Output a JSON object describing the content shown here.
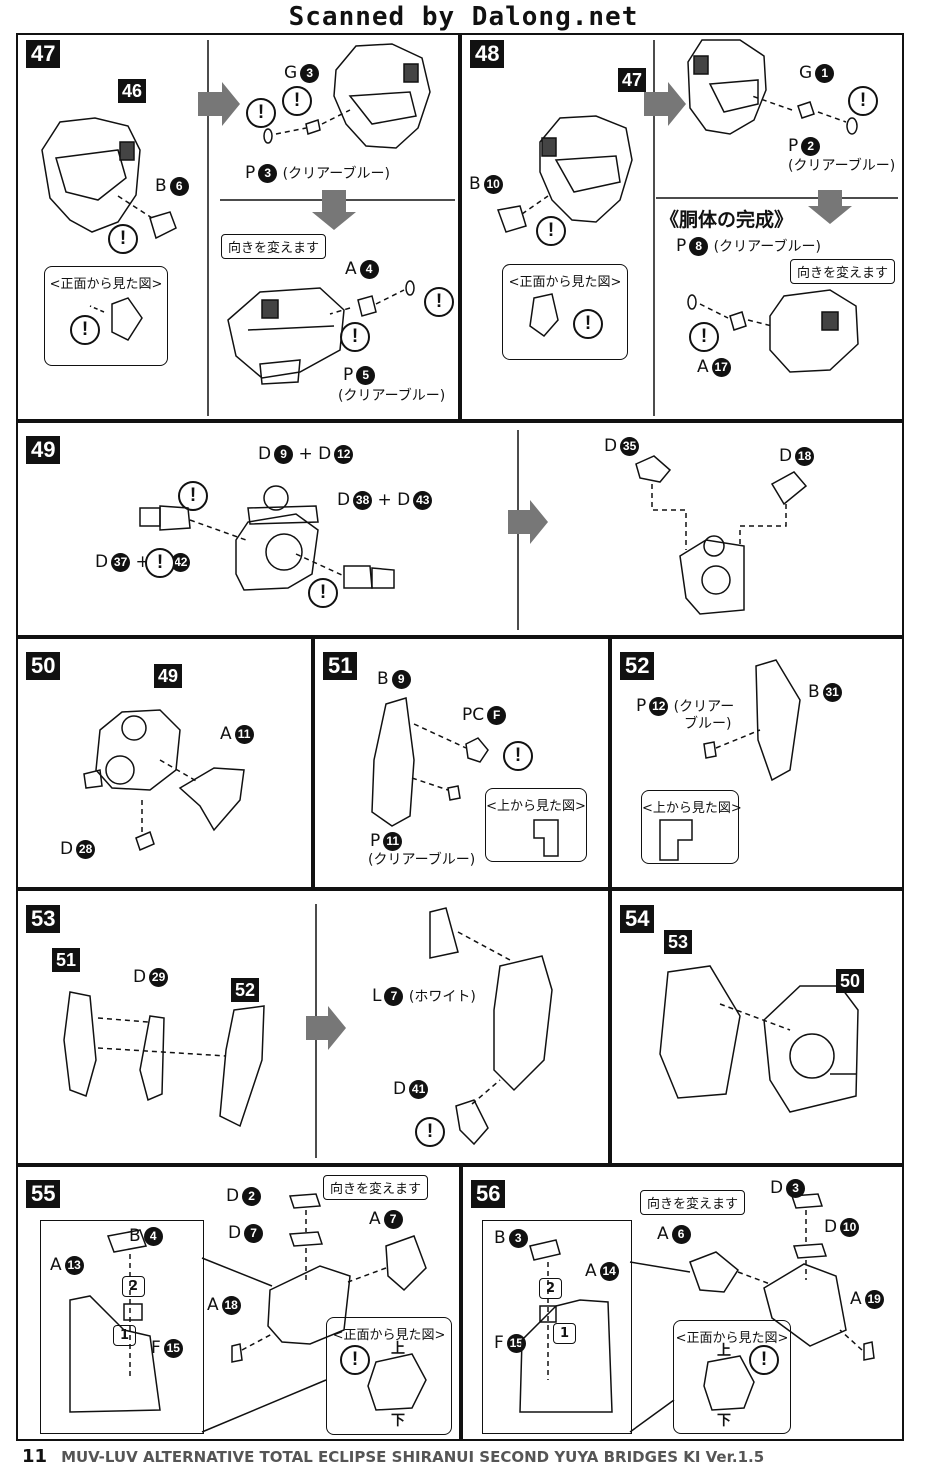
{
  "header": "Scanned by Dalong.net",
  "footer": {
    "page": "11",
    "title": "MUV-LUV ALTERNATIVE TOTAL ECLIPSE SHIRANUI SECOND YUYA BRIDGES KI Ver.1.5"
  },
  "steps": {
    "s47": {
      "num": "47",
      "ref": "46",
      "p1": "B",
      "n1": "6",
      "p2": "G",
      "n2": "3",
      "p3": "P",
      "n3": "3",
      "clear": "(クリアーブルー)",
      "p4": "A",
      "n4": "4",
      "p5": "P",
      "n5": "5",
      "clear2": "(クリアーブルー)",
      "front": "<正面から見た図>",
      "turn": "向きを変えます"
    },
    "s48": {
      "num": "48",
      "ref": "47",
      "p1": "B",
      "n1": "10",
      "p2": "G",
      "n2": "1",
      "p3": "P",
      "n3": "2",
      "clear": "(クリアーブルー)",
      "heading": "《胴体の完成》",
      "p4": "P",
      "n4": "8",
      "clear2": "(クリアーブルー)",
      "p5": "A",
      "n5": "17",
      "front": "<正面から見た図>",
      "turn": "向きを変えます"
    },
    "s49": {
      "num": "49",
      "l1": "D",
      "n1": "9",
      "l1b": "+ D",
      "n1b": "12",
      "l2": "D",
      "n2": "38",
      "l2b": "+ D",
      "n2b": "43",
      "l3": "D",
      "n3": "37",
      "l3b": "+ D",
      "n3b": "42",
      "l4": "D",
      "n4": "35",
      "l5": "D",
      "n5": "18"
    },
    "s50": {
      "num": "50",
      "ref": "49",
      "p1": "A",
      "n1": "11",
      "p2": "D",
      "n2": "28"
    },
    "s51": {
      "num": "51",
      "p1": "B",
      "n1": "9",
      "p2": "PC",
      "n2": "F",
      "p3": "P",
      "n3": "11",
      "clear": "(クリアーブルー)",
      "top": "<上から見た図>"
    },
    "s52": {
      "num": "52",
      "p1": "P",
      "n1": "12",
      "clear": "(クリアー",
      "clear2": "ブルー)",
      "p2": "B",
      "n2": "31",
      "top": "<上から見た図>"
    },
    "s53": {
      "num": "53",
      "ref1": "51",
      "ref2": "52",
      "p1": "D",
      "n1": "29",
      "p2": "L",
      "n2": "7",
      "white": "(ホワイト)",
      "p3": "D",
      "n3": "41"
    },
    "s54": {
      "num": "54",
      "ref1": "53",
      "ref2": "50"
    },
    "s55": {
      "num": "55",
      "p1": "B",
      "n1": "4",
      "p2": "A",
      "n2": "13",
      "p3": "F",
      "n3": "15",
      "p4": "D",
      "n4": "2",
      "p5": "D",
      "n5": "7",
      "p6": "A",
      "n6": "7",
      "p7": "A",
      "n7": "18",
      "turn": "向きを変えます",
      "front": "<正面から見た図>",
      "up": "上",
      "down": "下",
      "o1": "1",
      "o2": "2"
    },
    "s56": {
      "num": "56",
      "p1": "B",
      "n1": "3",
      "p2": "A",
      "n2": "14",
      "p3": "F",
      "n3": "15",
      "p4": "D",
      "n4": "3",
      "p5": "D",
      "n5": "10",
      "p6": "A",
      "n6": "6",
      "p7": "A",
      "n7": "19",
      "turn": "向きを変えます",
      "front": "<正面から見た図>",
      "up": "上",
      "down": "下",
      "o1": "1",
      "o2": "2"
    }
  },
  "icons": {
    "caution": "exclamation-circle-icon",
    "next": "gray-arrow-icon",
    "cut": "cut-mark-icon"
  },
  "colors": {
    "ink": "#111111",
    "gray_arrow": "#777777"
  }
}
